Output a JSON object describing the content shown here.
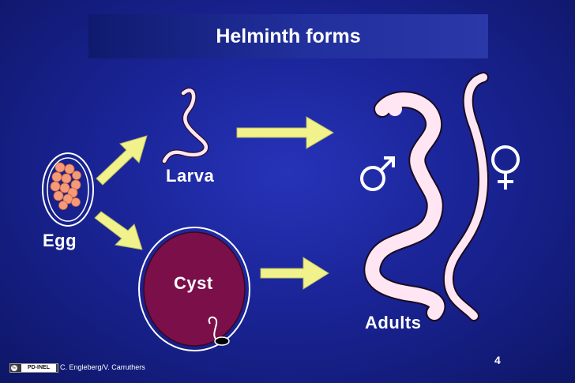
{
  "slide": {
    "title": "Helminth forms",
    "page_number": "4",
    "credit": "C. Engleberg/V. Carruthers",
    "badge_text": "PD-INEL",
    "badge_icon_glyph": "©"
  },
  "labels": {
    "larva": "Larva",
    "egg": "Egg",
    "cyst": "Cyst",
    "adults": "Adults"
  },
  "symbols": {
    "male": "male-symbol-icon",
    "female": "female-symbol-icon"
  },
  "colors": {
    "background": "#1a2496",
    "arrow": "#f2f28c",
    "worm": "#ffe6f2",
    "cyst": "#7a0f4a",
    "egg_cell": "#f59a78",
    "text": "#ffffff"
  }
}
